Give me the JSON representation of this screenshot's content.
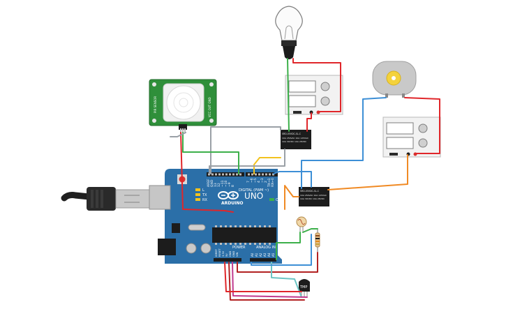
{
  "board": {
    "logo": "ARDUINO",
    "model": "UNO",
    "digital_header": "DIGITAL (PWM ~)",
    "power_header": "POWER",
    "analog_header": "ANALOG IN",
    "pin_aref": "AREF",
    "pin_gnd": "GND",
    "pin_13": "13",
    "pin_12": "12",
    "pin_11": "~11",
    "pin_10": "~10",
    "pin_9": "~9",
    "pin_8": "8",
    "pin_7": "7",
    "pin_6": "~6",
    "pin_5": "~5",
    "pin_4": "4",
    "pin_3": "~3",
    "pin_2": "2",
    "pin_tx": "TX→1",
    "pin_rx": "RX←0",
    "led_l": "L",
    "led_tx": "TX",
    "led_rx": "RX",
    "led_on": "ON",
    "analog_pins": [
      "A0",
      "A1",
      "A2",
      "A3",
      "A4",
      "A5"
    ],
    "power_pins": [
      "IOREF",
      "RESET",
      "3.3V",
      "5V",
      "GND",
      "GND",
      "VIN"
    ]
  },
  "pir_sensor": {
    "label_left": "PIR SENSOR",
    "label_right": "VCC OUT GND"
  },
  "relay_1": {
    "line1": "SRD-05VDC-SL-C",
    "line2": "10A 250VAC 10A 125VAC",
    "line3": "10A 30VDC 10A 28VDC"
  },
  "relay_2": {
    "line1": "SRD-05VDC-SL-C",
    "line2": "10A 250VAC 10A 125VAC",
    "line3": "10A 30VDC 10A 28VDC"
  },
  "temp_sensor": {
    "label": "TMP"
  },
  "colors": {
    "board": "#2b6fa8",
    "wire_red": "#e0262a",
    "wire_green": "#3cb04a",
    "wire_blue": "#3d8fd6",
    "wire_orange": "#f08a24",
    "wire_yellow": "#f2c21e",
    "wire_gray": "#9aa0a6",
    "wire_teal": "#6cc5c5",
    "wire_magenta": "#c03a8e",
    "wire_darkred": "#b22222"
  }
}
